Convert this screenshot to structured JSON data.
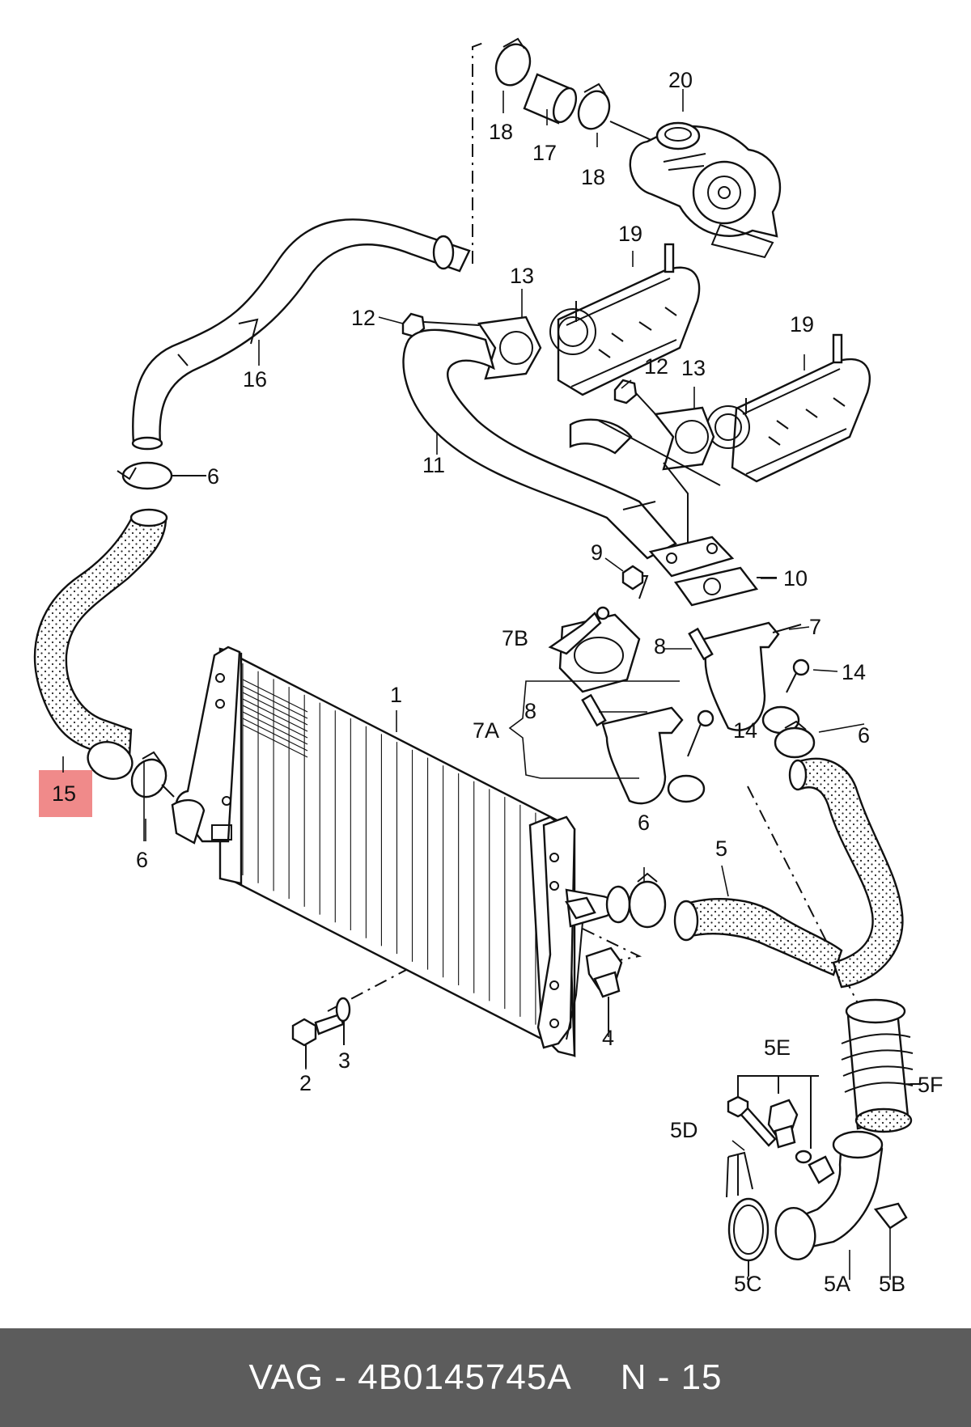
{
  "diagram": {
    "highlight_color": "#f08a8a",
    "labels": {
      "l1": "1",
      "l2": "2",
      "l3": "3",
      "l4": "4",
      "l5": "5",
      "l5a": "5A",
      "l5b": "5B",
      "l5c": "5C",
      "l5d": "5D",
      "l5e": "5E",
      "l5f": "5F",
      "l6a": "6",
      "l6b": "6",
      "l6c": "6",
      "l6d": "6",
      "l7": "7",
      "l7a": "7A",
      "l7b": "7B",
      "l8a": "8",
      "l8b": "8",
      "l9": "9",
      "l10": "10",
      "l11": "11",
      "l12a": "12",
      "l12b": "12",
      "l13a": "13",
      "l13b": "13",
      "l14a": "14",
      "l14b": "14",
      "l15": "15",
      "l16": "16",
      "l17": "17",
      "l18a": "18",
      "l18b": "18",
      "l19a": "19",
      "l19b": "19",
      "l20": "20"
    }
  },
  "footer": {
    "part_text": "VAG - 4B0145745A",
    "page_text": "N - 15",
    "background": "#5c5c5c"
  }
}
